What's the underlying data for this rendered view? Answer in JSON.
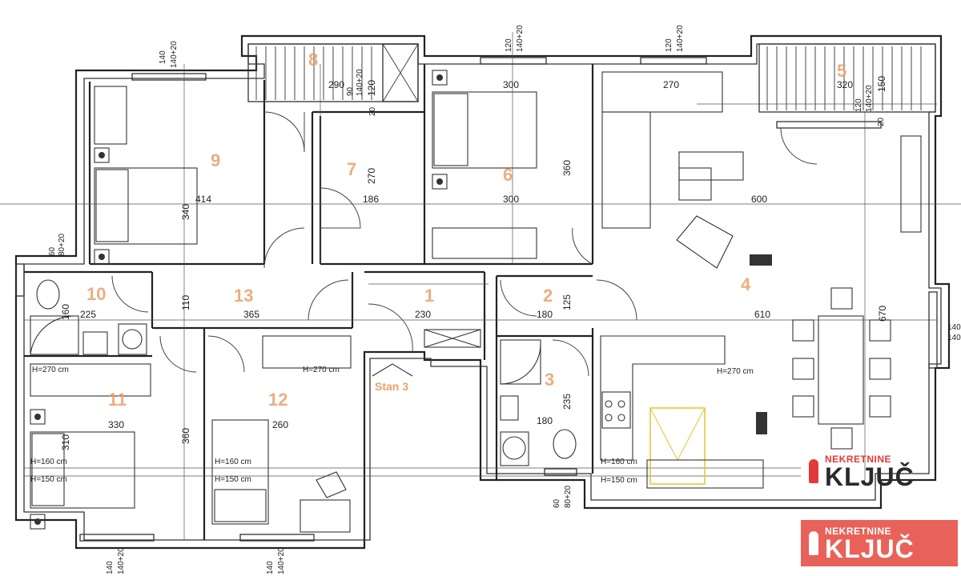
{
  "rooms": [
    {
      "num": "1",
      "id": "room-1"
    },
    {
      "num": "2",
      "id": "room-2"
    },
    {
      "num": "3",
      "id": "room-3"
    },
    {
      "num": "4",
      "id": "room-4"
    },
    {
      "num": "5",
      "id": "room-5"
    },
    {
      "num": "6",
      "id": "room-6"
    },
    {
      "num": "7",
      "id": "room-7"
    },
    {
      "num": "8",
      "id": "room-8"
    },
    {
      "num": "9",
      "id": "room-9"
    },
    {
      "num": "10",
      "id": "room-10"
    },
    {
      "num": "11",
      "id": "room-11"
    },
    {
      "num": "12",
      "id": "room-12"
    },
    {
      "num": "13",
      "id": "room-13"
    }
  ],
  "dimensions": {
    "d140": "140",
    "d140_20": "140+20",
    "d120": "120",
    "d60": "60",
    "d80_20": "80+20",
    "d290": "290",
    "d300a": "300",
    "d270a": "270",
    "d320": "320",
    "d150": "150",
    "d360a": "360",
    "d300b": "300",
    "d600": "600",
    "d414": "414",
    "d340": "340",
    "d270b": "270",
    "d186": "186",
    "d225": "225",
    "d160": "160",
    "d110": "110",
    "d365": "365",
    "d230": "230",
    "d180a": "180",
    "d125": "125",
    "d610": "610",
    "d670": "670",
    "d235": "235",
    "d180b": "180",
    "d330": "330",
    "d360b": "360",
    "d260": "260",
    "d20a": "20",
    "d20b": "20",
    "d90": "90"
  },
  "heights": {
    "h270a": "H=270 cm",
    "h270b": "H=270 cm",
    "h270c": "H=270 cm",
    "h160a": "H=160 cm",
    "h160b": "H=160 cm",
    "h160c": "H=160 cm",
    "h150a": "H=150 cm",
    "h150b": "H=150 cm",
    "h150c": "H=150 cm"
  },
  "entrance_label": "Stan 3",
  "logo": {
    "small": "NEKRETNINE",
    "big": "KLJUČ"
  }
}
